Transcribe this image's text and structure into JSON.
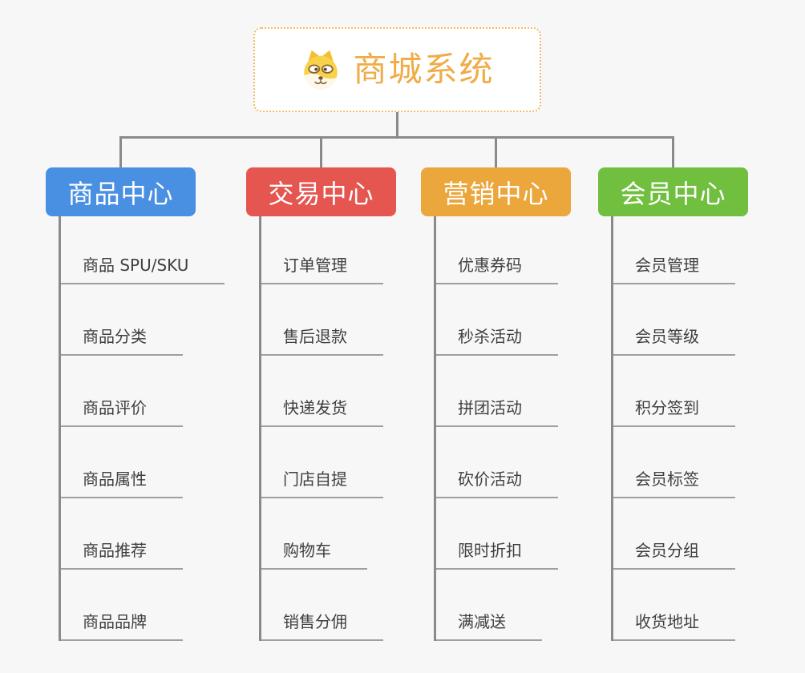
{
  "app": {
    "background": "#F7F7F7",
    "connector_color": "#8A8A8A",
    "underline_color": "#9F9F9F",
    "item_text_color": "#3F3F3F"
  },
  "root": {
    "title": "商城系统",
    "icon": "shiba-dog-icon",
    "title_color": "#EFAC47",
    "border_color": "#F5BB63"
  },
  "branches": [
    {
      "label": "商品中心",
      "color": "#4A90E2",
      "items": [
        "商品 SPU/SKU",
        "商品分类",
        "商品评价",
        "商品属性",
        "商品推荐",
        "商品品牌"
      ]
    },
    {
      "label": "交易中心",
      "color": "#E4564F",
      "items": [
        "订单管理",
        "售后退款",
        "快递发货",
        "门店自提",
        "购物车",
        "销售分佣"
      ]
    },
    {
      "label": "营销中心",
      "color": "#EBA63C",
      "items": [
        "优惠券码",
        "秒杀活动",
        "拼团活动",
        "砍价活动",
        "限时折扣",
        "满减送"
      ]
    },
    {
      "label": "会员中心",
      "color": "#70BF3F",
      "items": [
        "会员管理",
        "会员等级",
        "积分签到",
        "会员标签",
        "会员分组",
        "收货地址"
      ]
    }
  ]
}
